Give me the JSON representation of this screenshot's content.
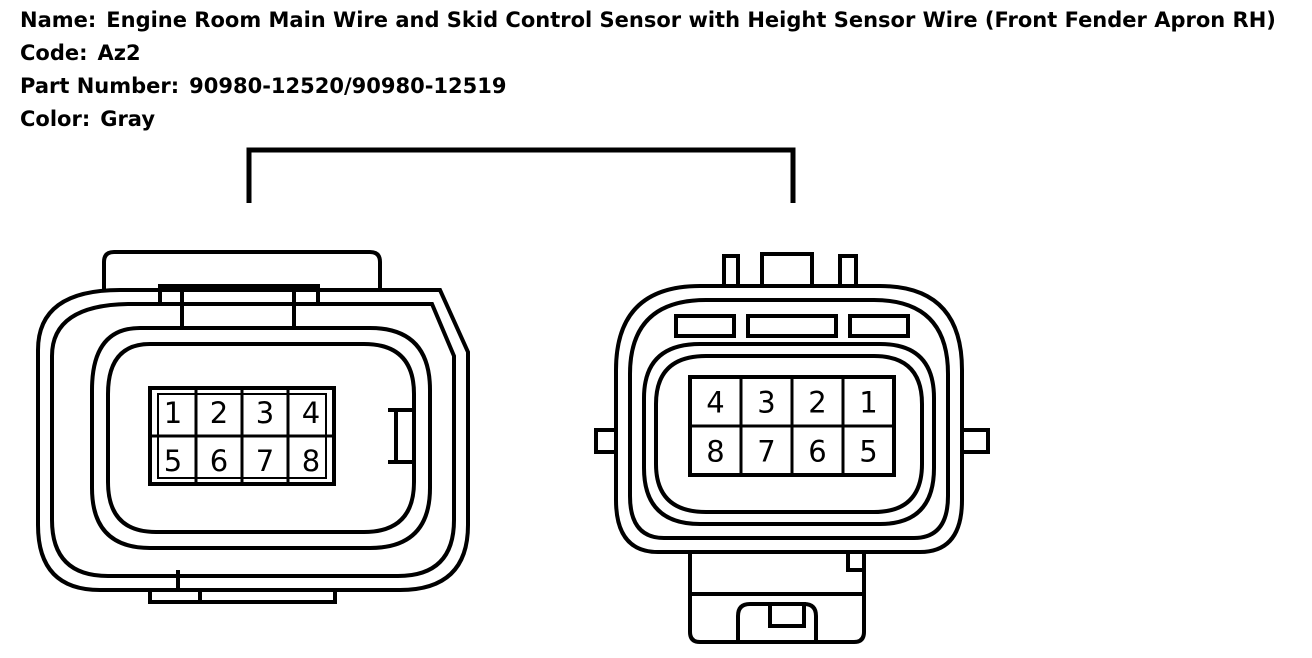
{
  "header": {
    "name_label": "Name:",
    "name_value": "Engine Room Main Wire and Skid Control Sensor with Height Sensor Wire (Front Fender Apron RH)",
    "code_label": "Code:",
    "code_value": "Az2",
    "part_label": "Part Number:",
    "part_value": "90980-12520/90980-12519",
    "color_label": "Color:",
    "color_value": "Gray"
  },
  "left_connector": {
    "pins": [
      [
        "1",
        "2",
        "3",
        "4"
      ],
      [
        "5",
        "6",
        "7",
        "8"
      ]
    ]
  },
  "right_connector": {
    "pins": [
      [
        "4",
        "3",
        "2",
        "1"
      ],
      [
        "8",
        "7",
        "6",
        "5"
      ]
    ]
  }
}
